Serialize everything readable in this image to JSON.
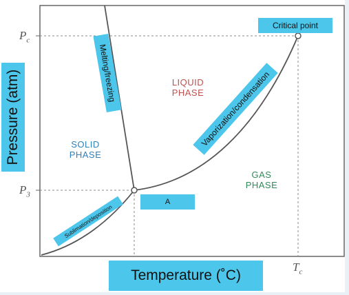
{
  "labels": {
    "y_axis": "Pressure (atm)",
    "x_axis": "Temperature (˚C)",
    "critical_point": "Critical point",
    "melting": "Melting/freezing",
    "vaporization": "Vaporization/condensation",
    "sublimation": "Sublimation/deposition",
    "triple_point": "A",
    "pc": "P",
    "pc_sub": "c",
    "p3": "P",
    "p3_sub": "3",
    "tc": "T",
    "tc_sub": "c"
  },
  "phases": {
    "solid_line1": "SOLID",
    "solid_line2": "PHASE",
    "liquid_line1": "LIQUID",
    "liquid_line2": "PHASE",
    "gas_line1": "GAS",
    "gas_line2": "PHASE"
  },
  "colors": {
    "label_box": "#4cc6ea",
    "solid_text": "#2f7fb8",
    "liquid_text": "#c0504d",
    "gas_text": "#2f8a5a",
    "curve": "#555555"
  }
}
